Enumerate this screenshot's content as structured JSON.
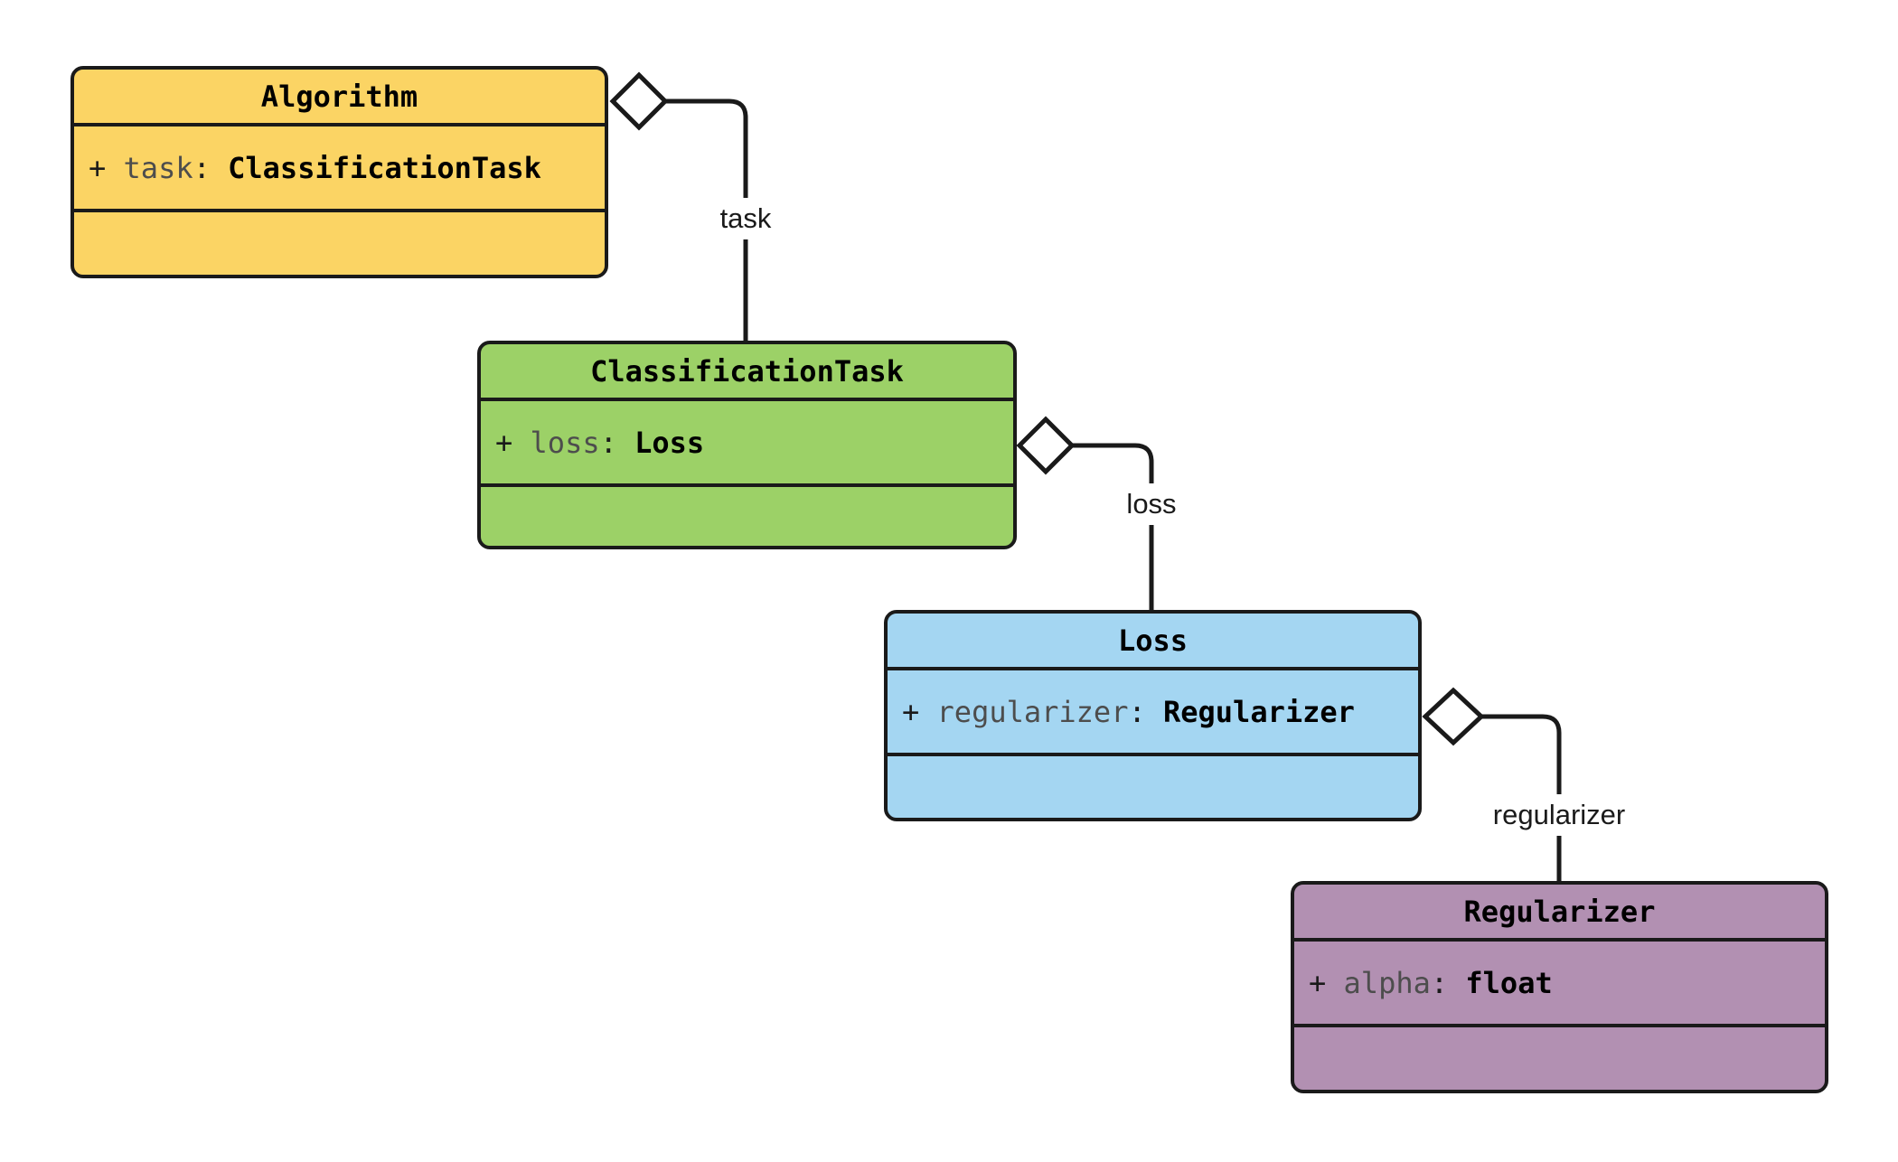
{
  "diagram": {
    "kind": "uml-class-diagram",
    "background": "#FFFFFF",
    "stroke_color": "#1A1A1A",
    "attribute_name_color": "#4D4D4D",
    "classes": [
      {
        "name": "Algorithm",
        "fill": "#FBD464",
        "attribute": {
          "visibility": "+",
          "name": "task",
          "separator": ":",
          "type": "ClassificationTask"
        }
      },
      {
        "name": "ClassificationTask",
        "fill": "#9CD167",
        "attribute": {
          "visibility": "+",
          "name": "loss",
          "separator": ":",
          "type": "Loss"
        }
      },
      {
        "name": "Loss",
        "fill": "#A4D6F2",
        "attribute": {
          "visibility": "+",
          "name": "regularizer",
          "separator": ":",
          "type": "Regularizer"
        }
      },
      {
        "name": "Regularizer",
        "fill": "#B290B2",
        "attribute": {
          "visibility": "+",
          "name": "alpha",
          "separator": ":",
          "type": "float"
        }
      }
    ],
    "relationships": [
      {
        "from": "Algorithm",
        "to": "ClassificationTask",
        "label": "task",
        "type": "aggregation"
      },
      {
        "from": "ClassificationTask",
        "to": "Loss",
        "label": "loss",
        "type": "aggregation"
      },
      {
        "from": "Loss",
        "to": "Regularizer",
        "label": "regularizer",
        "type": "aggregation"
      }
    ]
  }
}
